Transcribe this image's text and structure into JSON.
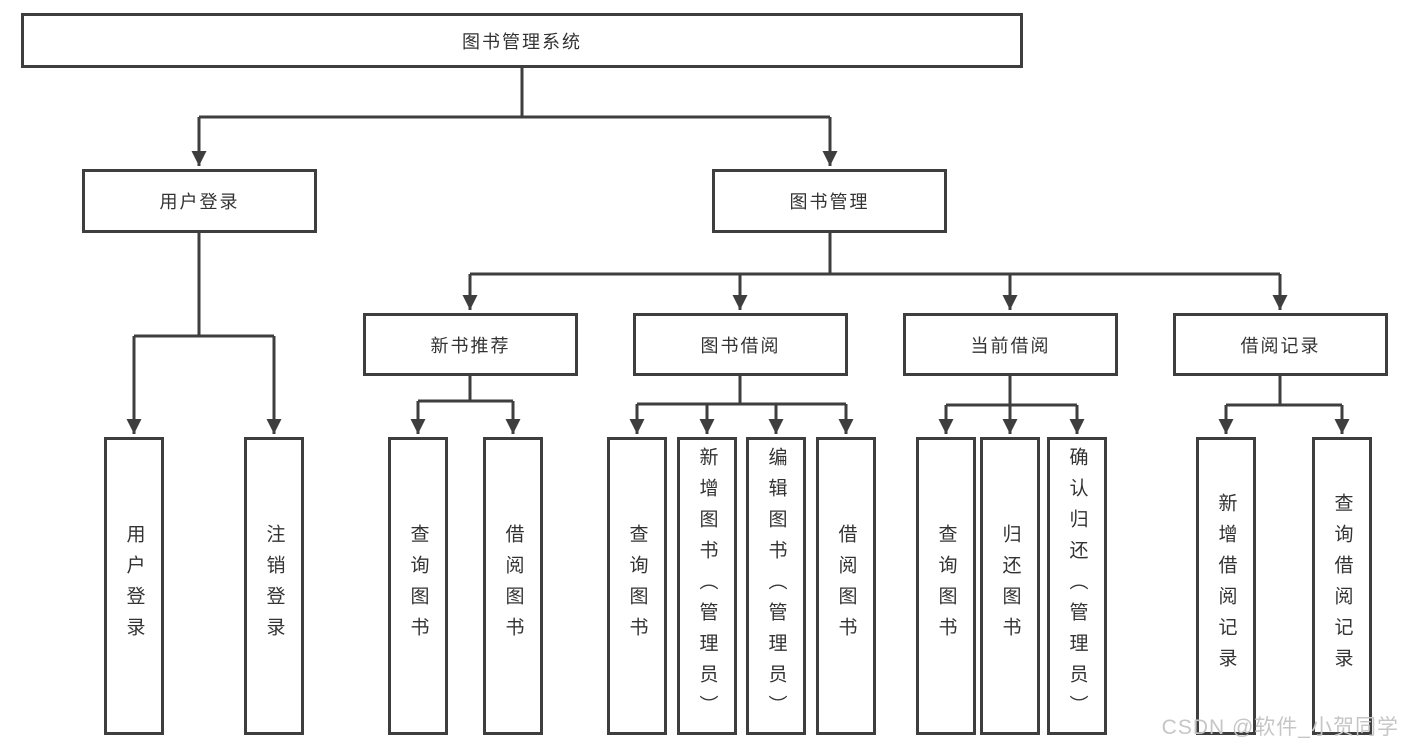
{
  "title": "图书管理系统",
  "tree": {
    "label": "图书管理系统",
    "children": [
      {
        "label": "用户登录",
        "children": [
          {
            "label": "用户登录"
          },
          {
            "label": "注销登录"
          }
        ]
      },
      {
        "label": "图书管理",
        "children": [
          {
            "label": "新书推荐",
            "children": [
              {
                "label": "查询图书"
              },
              {
                "label": "借阅图书"
              }
            ]
          },
          {
            "label": "图书借阅",
            "children": [
              {
                "label": "查询图书"
              },
              {
                "label": "新增图书（管理员）"
              },
              {
                "label": "编辑图书（管理员）"
              },
              {
                "label": "借阅图书"
              }
            ]
          },
          {
            "label": "当前借阅",
            "children": [
              {
                "label": "查询图书"
              },
              {
                "label": "归还图书"
              },
              {
                "label": "确认归还（管理员）"
              }
            ]
          },
          {
            "label": "借阅记录",
            "children": [
              {
                "label": "新增借阅记录"
              },
              {
                "label": "查询借阅记录"
              }
            ]
          }
        ]
      }
    ]
  },
  "watermark": "CSDN @软件_小贺同学",
  "colors": {
    "line": "#3e3e3e",
    "text": "#333333",
    "background": "#ffffff",
    "watermark": "#c6c6c6"
  }
}
